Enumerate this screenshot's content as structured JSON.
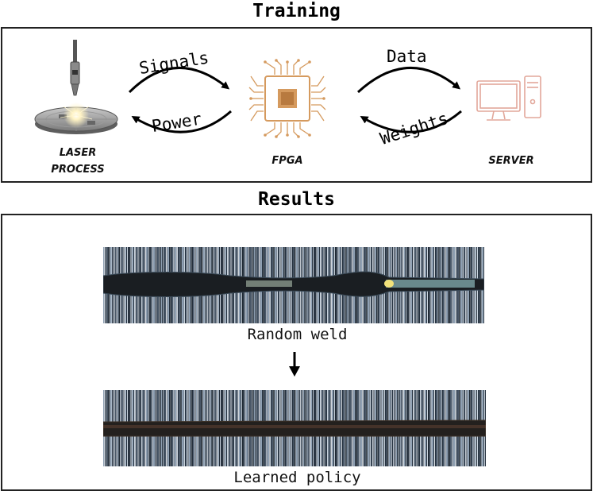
{
  "training": {
    "title": "Training",
    "nodes": {
      "laser_line1": "LASER",
      "laser_line2": "PROCESS",
      "fpga": "FPGA",
      "server": "SERVER"
    },
    "arrows": {
      "signals": "Signals",
      "power": "Power",
      "data": "Data",
      "weights": "Weights"
    }
  },
  "results": {
    "title": "Results",
    "random_caption": "Random weld",
    "learned_caption": "Learned policy"
  },
  "colors": {
    "chip": "#d59a5e",
    "server": "#e2a79a",
    "border": "#222222"
  },
  "icons": [
    "laser-machine-icon",
    "fpga-chip-icon",
    "server-computer-icon",
    "down-arrow-icon"
  ]
}
